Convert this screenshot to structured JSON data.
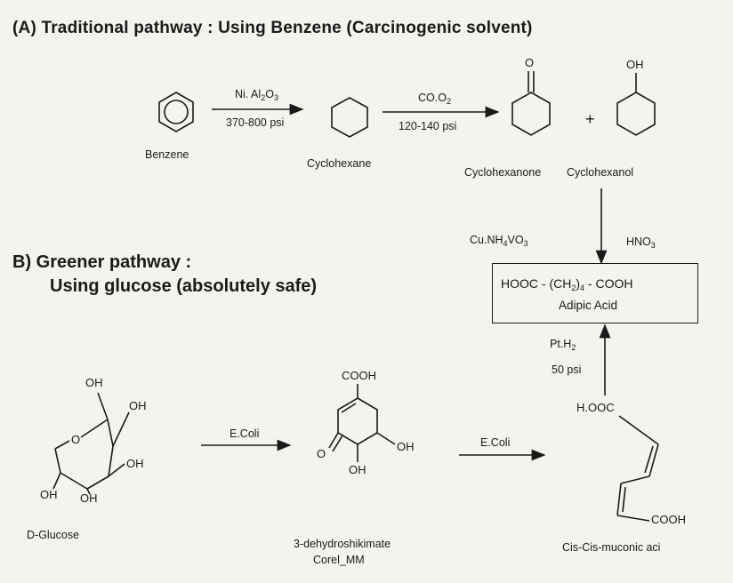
{
  "headings": {
    "a": "(A)  Traditional pathway : Using Benzene (Carcinogenic solvent)",
    "b_line1": "B)  Greener pathway :",
    "b_line2": "Using glucose (absolutely safe)"
  },
  "compounds": {
    "benzene": "Benzene",
    "cyclohexane": "Cyclohexane",
    "cyclohexanone": "Cyclohexanone",
    "cyclohexanol": "Cyclohexanol",
    "d_glucose": "D-Glucose",
    "dehydroshikimate": "3-dehydroshikimate",
    "corel": "Corel_MM",
    "muconic": "Cis-Cis-muconic aci",
    "adipic_name": "Adipic Acid"
  },
  "conditions": {
    "step1_top_a": "Ni. Al",
    "step1_top_sub": "2",
    "step1_top_b": "O",
    "step1_top_sub2": "3",
    "step1_bottom": "370-800 psi",
    "step2_top_a": "CO.O",
    "step2_top_sub": "2",
    "step2_bottom": "120-140 psi",
    "oxid_left_a": "Cu.NH",
    "oxid_left_sub": "4",
    "oxid_left_b": "VO",
    "oxid_left_sub2": "3",
    "oxid_right_a": "HNO",
    "oxid_right_sub": "3",
    "hydrog_a": "Pt.H",
    "hydrog_sub": "2",
    "hydrog_b": "50 psi",
    "ecoli_1": "E.Coli",
    "ecoli_2": "E.Coli"
  },
  "adipic_formula": {
    "a": "HOOC - (CH",
    "sub": "2",
    "b": ")",
    "sub2": "4",
    "c": " - COOH"
  },
  "plus": "+",
  "atoms": {
    "o_ketone": "O",
    "oh_alcohol": "OH",
    "glucose_oh1": "OH",
    "glucose_oh2": "OH",
    "glucose_oh3": "OH",
    "glucose_ring_o": "O",
    "glucose_oh4": "OH",
    "glucose_oh5": "OH",
    "dhs_cooh": "COOH",
    "dhs_o": "O",
    "dhs_oh1": "OH",
    "dhs_oh2": "OH",
    "muc_hooc": "H.OOC",
    "muc_cooh": "COOH"
  }
}
